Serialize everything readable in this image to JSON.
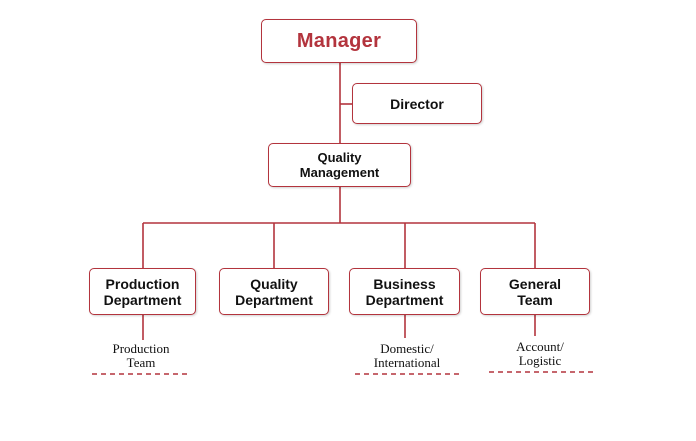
{
  "nodes": {
    "manager": "Manager",
    "director": "Director",
    "quality_management": {
      "line1": "Quality",
      "line2": "Management"
    },
    "production_department": {
      "line1": "Production",
      "line2": "Department"
    },
    "quality_department": {
      "line1": "Quality",
      "line2": "Department"
    },
    "business_department": {
      "line1": "Business",
      "line2": "Department"
    },
    "general_team": {
      "line1": "General",
      "line2": "Team"
    }
  },
  "sub_units": {
    "production_team": {
      "line1": "Production",
      "line2": "Team"
    },
    "domestic_international": {
      "line1": "Domestic/",
      "line2": "International"
    },
    "account_logistic": {
      "line1": "Account/",
      "line2": "Logistic"
    }
  },
  "colors": {
    "accent": "#b3343d",
    "text": "#111111",
    "background": "#ffffff"
  }
}
